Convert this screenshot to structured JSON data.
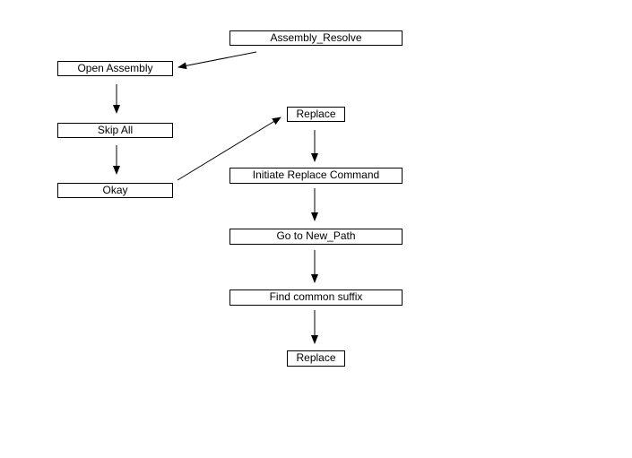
{
  "nodes": {
    "assembly_resolve": "Assembly_Resolve",
    "open_assembly": "Open Assembly",
    "skip_all": "Skip All",
    "okay": "Okay",
    "replace_1": "Replace",
    "initiate_replace": "Initiate Replace Command",
    "go_to_new_path": "Go to New_Path",
    "find_common_suffix": "Find common suffix",
    "replace_2": "Replace"
  },
  "edges": [
    {
      "from": "assembly_resolve",
      "to": "open_assembly"
    },
    {
      "from": "open_assembly",
      "to": "skip_all"
    },
    {
      "from": "skip_all",
      "to": "okay"
    },
    {
      "from": "okay",
      "to": "replace_1"
    },
    {
      "from": "replace_1",
      "to": "initiate_replace"
    },
    {
      "from": "initiate_replace",
      "to": "go_to_new_path"
    },
    {
      "from": "go_to_new_path",
      "to": "find_common_suffix"
    },
    {
      "from": "find_common_suffix",
      "to": "replace_2"
    }
  ],
  "colors": {
    "line": "#000000",
    "box_border": "#000000",
    "background": "#ffffff"
  }
}
